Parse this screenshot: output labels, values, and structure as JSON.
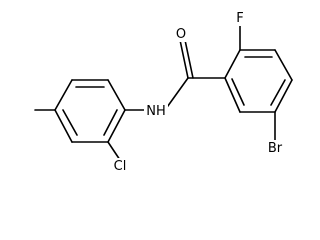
{
  "molecule": {
    "atoms": {
      "O": "O",
      "F": "F",
      "NH": "NH",
      "Br": "Br",
      "Cl": "Cl"
    }
  },
  "colors": {
    "bond": "#000000",
    "label": "#000000",
    "background": "#ffffff"
  }
}
